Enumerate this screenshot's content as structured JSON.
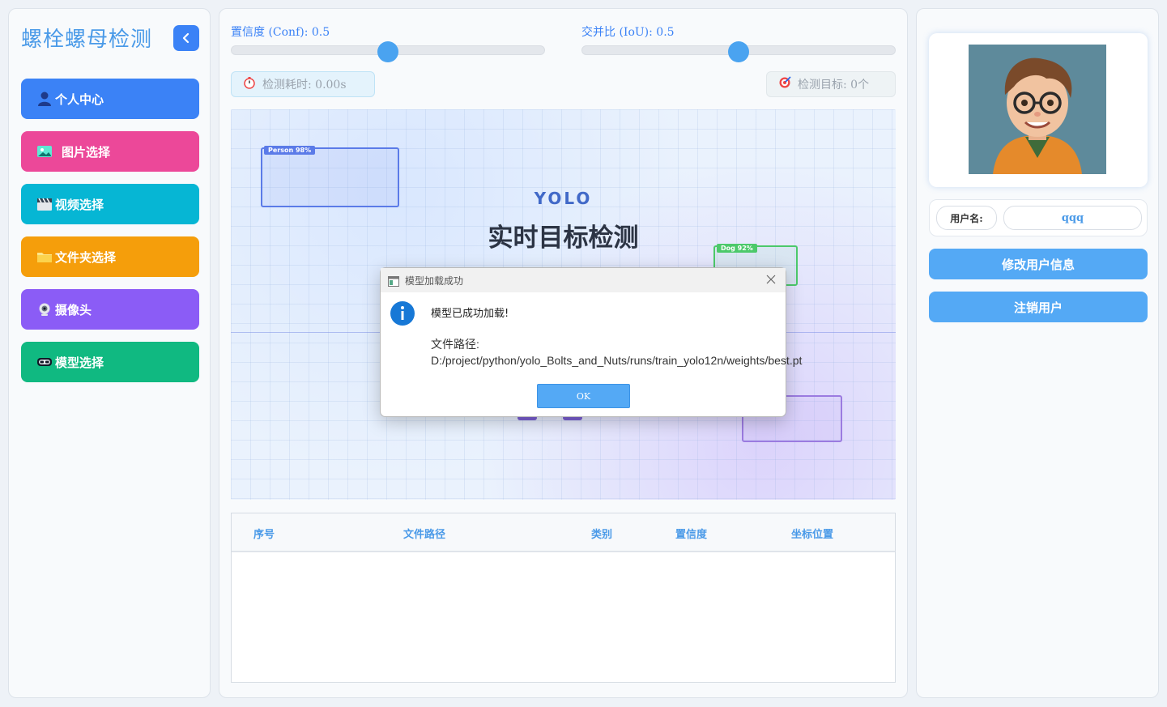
{
  "sidebar": {
    "title": "螺栓螺母检测",
    "items": [
      {
        "label": "个人中心",
        "icon": "person-icon",
        "color": "#3b82f6"
      },
      {
        "label": "图片选择",
        "icon": "image-icon",
        "color": "#ec4899"
      },
      {
        "label": "视频选择",
        "icon": "clapperboard-icon",
        "color": "#06b6d4"
      },
      {
        "label": "文件夹选择",
        "icon": "folder-icon",
        "color": "#f59e0b"
      },
      {
        "label": "摄像头",
        "icon": "webcam-icon",
        "color": "#8b5cf6"
      },
      {
        "label": "模型选择",
        "icon": "vr-goggles-icon",
        "color": "#10b981"
      }
    ]
  },
  "controls": {
    "conf_label": "置信度 (Conf): 0.5",
    "conf_value": 0.5,
    "iou_label": "交并比 (IoU): 0.5",
    "iou_value": 0.5,
    "time_label": "检测耗时: 0.00s",
    "target_label": "检测目标: 0个"
  },
  "preview": {
    "brand": "YOLO",
    "headline": "实时目标检测",
    "boxes": [
      {
        "label": "Person 98%",
        "color": "#5b7be8"
      },
      {
        "label": "Dog 92%",
        "color": "#4cc96a"
      }
    ]
  },
  "table": {
    "columns": [
      "序号",
      "文件路径",
      "类别",
      "置信度",
      "坐标位置"
    ],
    "rows": []
  },
  "user": {
    "username_label": "用户名:",
    "username": "qqq",
    "edit_button": "修改用户信息",
    "logout_button": "注销用户"
  },
  "dialog": {
    "title": "模型加载成功",
    "message": "模型已成功加载!",
    "path_text": "文件路径: D:/project/python/yolo_Bolts_and_Nuts/runs/train_yolo12n/weights/best.pt",
    "ok_label": "OK"
  }
}
